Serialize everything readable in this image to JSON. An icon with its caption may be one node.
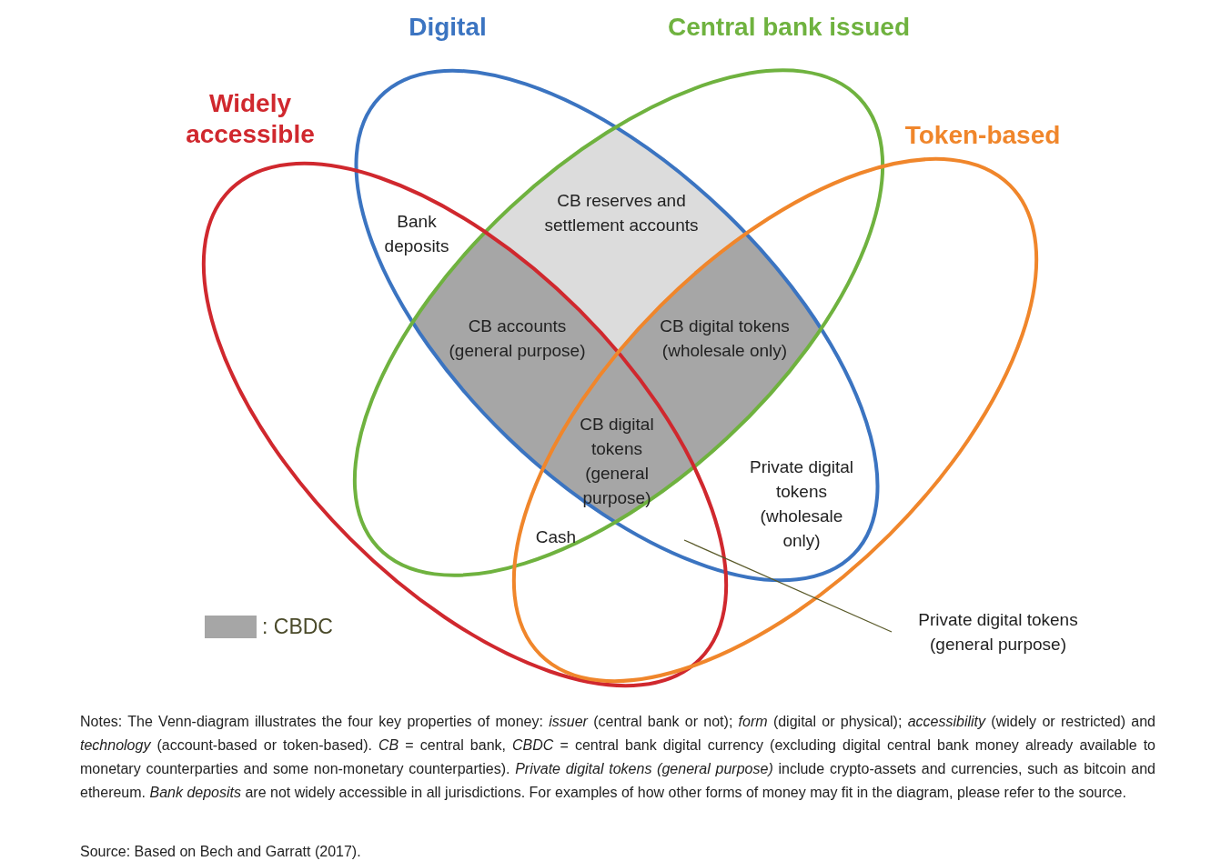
{
  "diagram": {
    "nodes": [
      {
        "text": [
          "Digital"
        ]
      },
      {
        "text": [
          "Central bank issued"
        ]
      },
      {
        "text": [
          "Widely accessible"
        ]
      },
      {
        "text": [
          "Token-based"
        ]
      },
      {
        "text": [
          "Private digital tokens (general purpose)"
        ]
      }
    ],
    "edges": [
      {
        "from": 4,
        "to": 2,
        "arrow": "none"
      }
    ],
    "labels": [
      "Bank deposits",
      "CB reserves and settlement accounts",
      "CB accounts (general purpose)",
      "CB digital tokens (wholesale only)",
      "CB digital tokens (general purpose)",
      "Private digital tokens (wholesale only)",
      "Cash",
      "Notes: The Venn-diagram illustrates the four key properties of money: *issuer* (central bank or not); *form* (digital or physical); *accessibility* (widely or restricted) and *technology* (account-based or token-based). *CB* = central bank, *CBDC* = central bank digital currency (excluding digital central bank money already available to monetary counterparties and some non-monetary counterparties). *Private digital tokens (general purpose)* include crypto-assets and currencies, such as bitcoin and ethereum. *Bank deposits* are not widely accessible in all jurisdictions. For examples of how other forms of money may fit in the diagram, please refer to the source.",
      "Source: Based on Bech and Garratt (2017)."
    ],
    "legend": [
      {
        "text": ": CBDC",
        "color": "#a6a6a6"
      }
    ]
  }
}
